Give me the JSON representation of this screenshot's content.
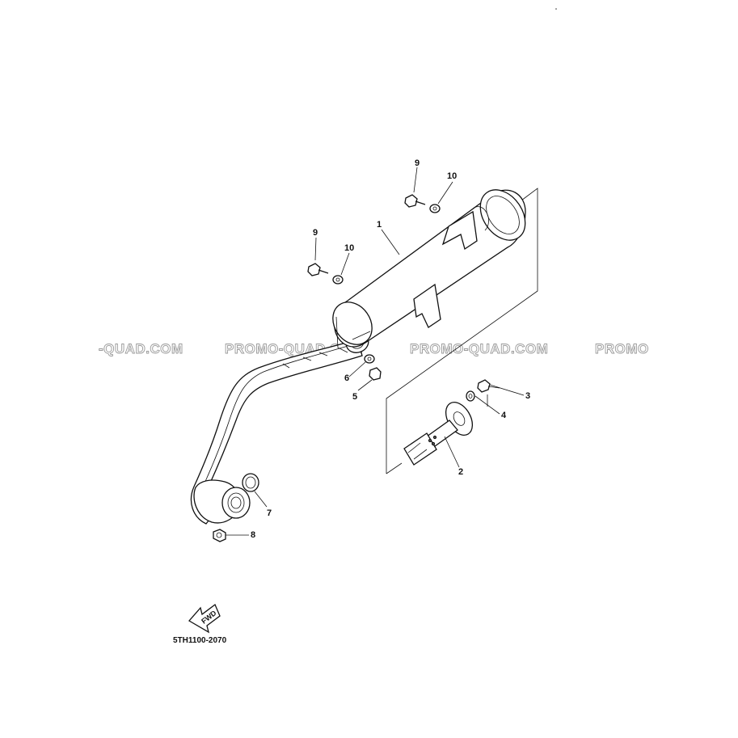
{
  "diagram": {
    "part_number": "5TH1100-2070",
    "fwd_label": "FWD",
    "watermarks": [
      "-QUAD.COM",
      "PROMO-QUAD.COM",
      "PROMO-QUAD.COM",
      "PROMO"
    ],
    "callouts": {
      "c1": "1",
      "c2": "2",
      "c3": "3",
      "c4": "4",
      "c5": "5",
      "c6": "6",
      "c7": "7",
      "c8": "8",
      "c9a": "9",
      "c9b": "9",
      "c10a": "10",
      "c10b": "10"
    }
  }
}
